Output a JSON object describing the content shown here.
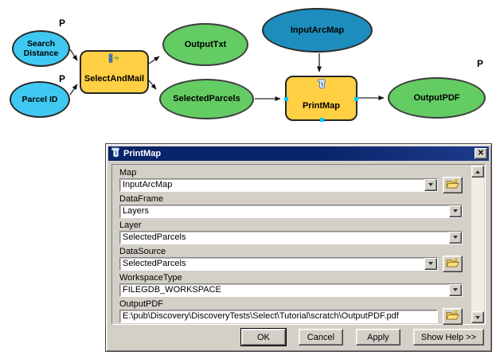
{
  "colors": {
    "input_variable": "#3FC9F2",
    "project_data": "#1D8DBE",
    "derived_data": "#63CC63",
    "tool_fill": "#FFCF44",
    "selection_handle": "#00CCFF",
    "titlebar": "#0A246A",
    "dialog_background": "#D4D0C8"
  },
  "diagram": {
    "parameter_marker": "P",
    "nodes": [
      {
        "id": "search-distance",
        "label": "Search Distance",
        "kind": "input-variable",
        "parameter": true
      },
      {
        "id": "parcel-id",
        "label": "Parcel ID",
        "kind": "input-variable",
        "parameter": true
      },
      {
        "id": "select-and-mail",
        "label": "SelectAndMail",
        "kind": "model-tool"
      },
      {
        "id": "output-txt",
        "label": "OutputTxt",
        "kind": "derived-data"
      },
      {
        "id": "selected-parcels",
        "label": "SelectedParcels",
        "kind": "derived-data"
      },
      {
        "id": "input-arcmap",
        "label": "InputArcMap",
        "kind": "project-data"
      },
      {
        "id": "print-map",
        "label": "PrintMap",
        "kind": "script-tool",
        "selected": true
      },
      {
        "id": "output-pdf",
        "label": "OutputPDF",
        "kind": "derived-data",
        "parameter": true
      }
    ]
  },
  "dialog": {
    "title": "PrintMap",
    "close_label": "✕",
    "fields": [
      {
        "label": "Map",
        "value": "InputArcMap",
        "type": "combo",
        "browse": true
      },
      {
        "label": "DataFrame",
        "value": "Layers",
        "type": "combo",
        "browse": false
      },
      {
        "label": "Layer",
        "value": "SelectedParcels",
        "type": "combo",
        "browse": false
      },
      {
        "label": "DataSource",
        "value": "SelectedParcels",
        "type": "combo",
        "browse": true
      },
      {
        "label": "WorkspaceType",
        "value": "FILEGDB_WORKSPACE",
        "type": "combo",
        "browse": false
      },
      {
        "label": "OutputPDF",
        "value": "E:\\pub\\Discovery\\DiscoveryTests\\Select\\Tutorial\\scratch\\OutputPDF.pdf",
        "type": "text",
        "browse": true
      }
    ],
    "buttons": [
      {
        "label": "OK"
      },
      {
        "label": "Cancel"
      },
      {
        "label": "Apply"
      },
      {
        "label": "Show Help >>"
      }
    ]
  }
}
